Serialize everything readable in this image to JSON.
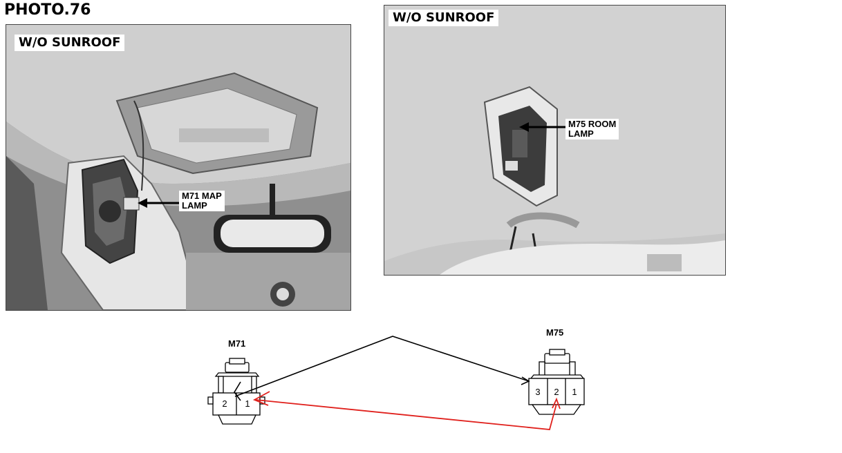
{
  "header": {
    "title": "PHOTO.76"
  },
  "photo_left": {
    "tag": "W/O SUNROOF",
    "callout": {
      "line1": "M71 MAP",
      "line2": "LAMP"
    }
  },
  "photo_right": {
    "tag": "W/O SUNROOF",
    "callout": {
      "line1": "M75 ROOM",
      "line2": "LAMP"
    }
  },
  "connectors": {
    "m71": {
      "name": "M71",
      "pins": [
        "2",
        "1"
      ]
    },
    "m75": {
      "name": "M75",
      "pins": [
        "3",
        "2",
        "1"
      ]
    }
  },
  "colors": {
    "black_link": "#000000",
    "red_link": "#e0201c",
    "photo_bg": "#b8b8b8"
  }
}
